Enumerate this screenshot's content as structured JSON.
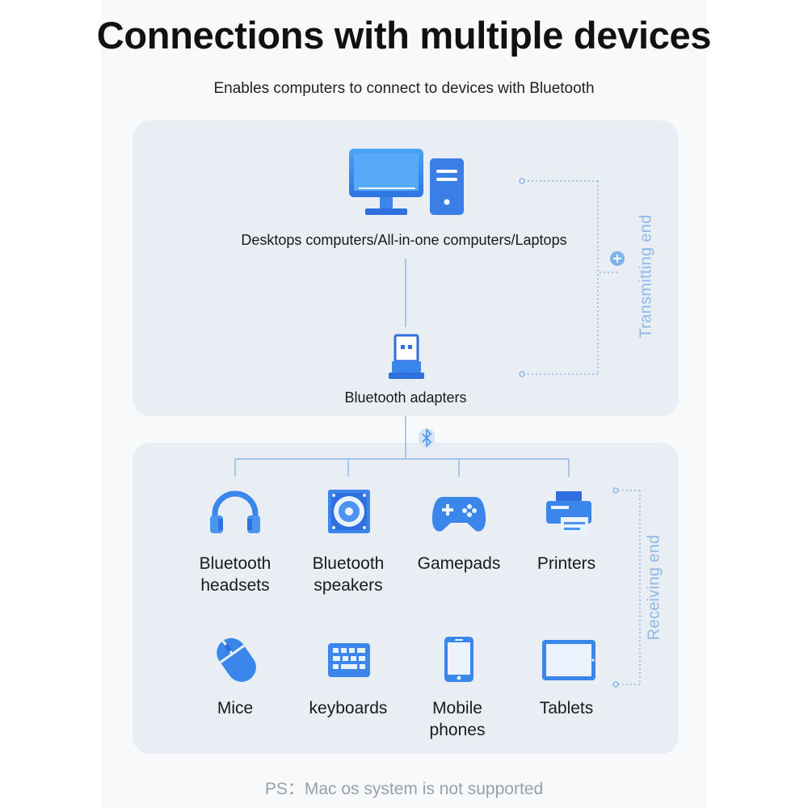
{
  "title": "Connections with multiple devices",
  "subtitle": "Enables computers to connect to devices with Bluetooth",
  "host": {
    "label": "Desktops computers/All-in-one computers/Laptops",
    "icon": "desktop-computer-icon"
  },
  "adapter": {
    "label": "Bluetooth adapters",
    "icon": "usb-adapter-icon"
  },
  "transmitting_label": "Transmitting end",
  "receiving_label": "Receiving end",
  "bluetooth_symbol_icon": "bluetooth-icon",
  "devices": [
    {
      "label": "Bluetooth\nheadsets",
      "icon": "headphones-icon"
    },
    {
      "label": "Bluetooth\nspeakers",
      "icon": "speaker-icon"
    },
    {
      "label": "Gamepads",
      "icon": "gamepad-icon"
    },
    {
      "label": "Printers",
      "icon": "printer-icon"
    },
    {
      "label": "Mice",
      "icon": "mouse-icon"
    },
    {
      "label": "keyboards",
      "icon": "keyboard-icon"
    },
    {
      "label": "Mobile\nphones",
      "icon": "mobile-phone-icon"
    },
    {
      "label": "Tablets",
      "icon": "tablet-icon"
    }
  ],
  "footer": "PS：Mac os system is not supported",
  "colors": {
    "accent": "#2f7ae5",
    "accent_light": "#4b95f0",
    "line": "#8fb8e8",
    "panel": "#e9edf4"
  }
}
